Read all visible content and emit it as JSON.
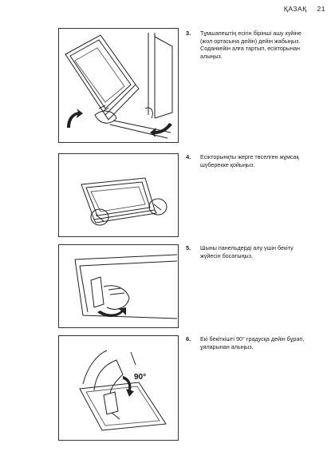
{
  "header": {
    "language": "ҚАЗАҚ",
    "page_number": "21"
  },
  "steps": [
    {
      "number": "3.",
      "text": "Тұмшапештің есігін бірінші ашу күйіне (жол ортасына дейін) дейін жабыңыз. Соданкейін алға тартып, есікторынан алыңыз."
    },
    {
      "number": "4.",
      "text": "Есікторынқты жерге төселген жұмсақ шүберекке қойыңыз."
    },
    {
      "number": "5.",
      "text": "Шыны панельдерді алу үшін бекіту жүйесін босатыңыз."
    },
    {
      "number": "6.",
      "text": "Екі бекіткішті 90° градусқа дейін бұрап, ұяларынан алыңыз.",
      "figure_label": "90°"
    }
  ]
}
